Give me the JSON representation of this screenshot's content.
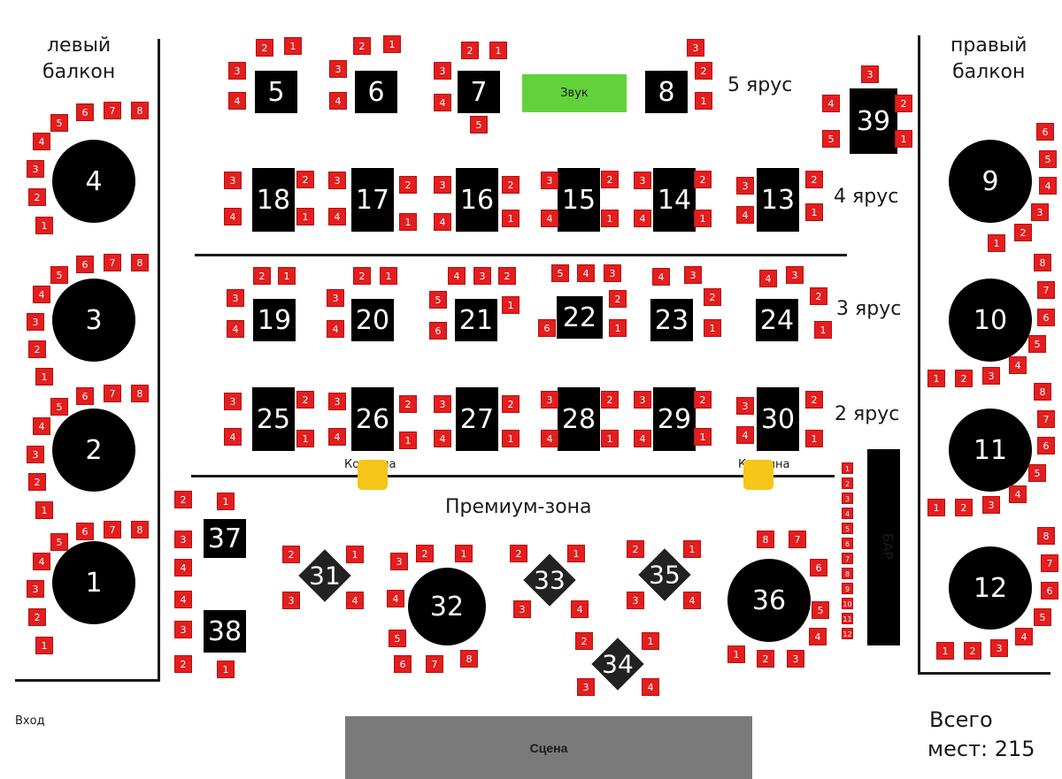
{
  "labels": {
    "left_balcony": "левый\nбалкон",
    "right_balcony": "правый\nбалкон",
    "tier5": "5 ярус",
    "tier4": "4 ярус",
    "tier3": "3 ярус",
    "tier2": "2 ярус",
    "premium": "Премиум-зона",
    "column": "Колонна",
    "sound": "Звук",
    "bar": "БАР",
    "entrance": "Вход",
    "stage": "Сцена",
    "total_line1": "Всего",
    "total_line2": "мест: 215"
  },
  "tables": {
    "t1": "1",
    "t2": "2",
    "t3": "3",
    "t4": "4",
    "t5": "5",
    "t6": "6",
    "t7": "7",
    "t8": "8",
    "t9": "9",
    "t10": "10",
    "t11": "11",
    "t12": "12",
    "t13": "13",
    "t14": "14",
    "t15": "15",
    "t16": "16",
    "t17": "17",
    "t18": "18",
    "t19": "19",
    "t20": "20",
    "t21": "21",
    "t22": "22",
    "t23": "23",
    "t24": "24",
    "t25": "25",
    "t26": "26",
    "t27": "27",
    "t28": "28",
    "t29": "29",
    "t30": "30",
    "t31": "31",
    "t32": "32",
    "t33": "33",
    "t34": "34",
    "t35": "35",
    "t36": "36",
    "t37": "37",
    "t38": "38",
    "t39": "39"
  },
  "seats": {
    "s1": "1",
    "s2": "2",
    "s3": "3",
    "s4": "4",
    "s5": "5",
    "s6": "6",
    "s7": "7",
    "s8": "8",
    "s9": "9",
    "s10": "10",
    "s11": "11",
    "s12": "12"
  },
  "colors": {
    "seat": "#e31e1e",
    "table": "#000000",
    "sound": "#63d23a",
    "column": "#f5c518",
    "stage": "#7a7a7a"
  }
}
